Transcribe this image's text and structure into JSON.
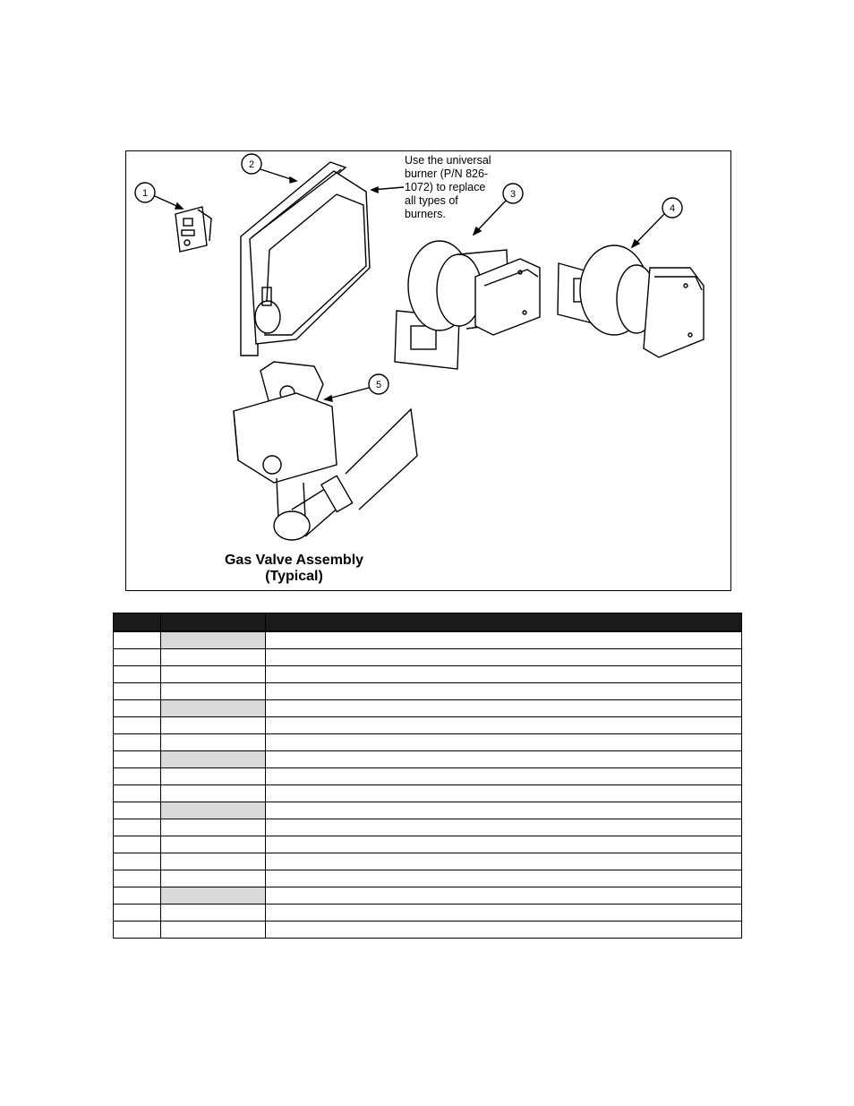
{
  "figure": {
    "note_lines": [
      "Use the universal",
      "burner (P/N 826-",
      "1072) to replace",
      "all types of",
      "burners."
    ],
    "callouts": [
      "1",
      "2",
      "3",
      "4",
      "5"
    ],
    "caption_lines": [
      "Gas Valve Assembly",
      "(Typical)"
    ]
  },
  "table": {
    "headers": [
      "",
      "",
      ""
    ],
    "shaded_rows": [
      0,
      4,
      7,
      10,
      15
    ],
    "row_count": 18
  }
}
